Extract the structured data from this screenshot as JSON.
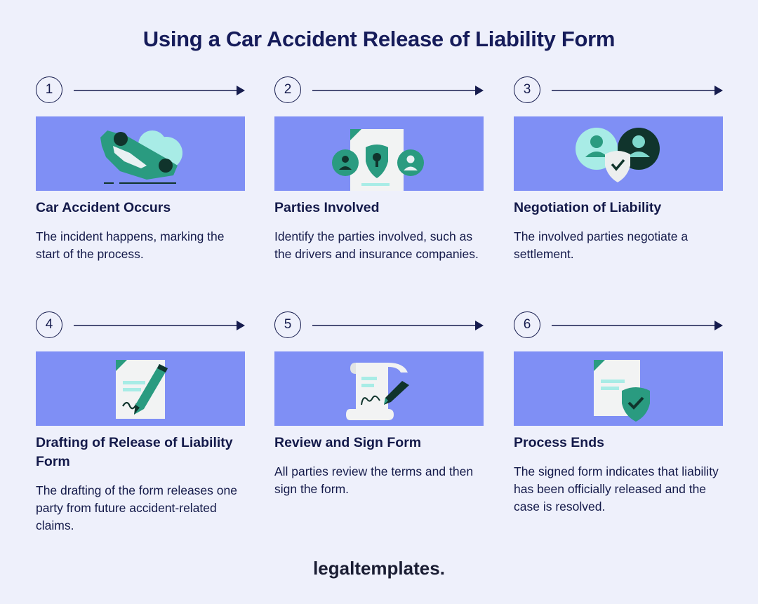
{
  "header": {
    "title": "Using a Car Accident Release of Liability Form"
  },
  "steps": [
    {
      "number": "1",
      "title": "Car Accident Occurs",
      "description": "The incident happens, marking the start of the process.",
      "icon": "car-crash-icon"
    },
    {
      "number": "2",
      "title": "Parties Involved",
      "description": "Identify the parties involved, such as the drivers and insurance companies.",
      "icon": "parties-document-icon"
    },
    {
      "number": "3",
      "title": "Negotiation of Liability",
      "description": "The involved parties negotiate a settlement.",
      "icon": "negotiation-shield-icon"
    },
    {
      "number": "4",
      "title": "Drafting of Release of Liability Form",
      "description": "The drafting of the form releases one party from future accident-related claims.",
      "icon": "document-pen-icon"
    },
    {
      "number": "5",
      "title": "Review and Sign Form",
      "description": "All parties review the terms and then sign the form.",
      "icon": "signed-scroll-icon"
    },
    {
      "number": "6",
      "title": "Process Ends",
      "description": "The signed form indicates that liability has been officially released and the case is resolved.",
      "icon": "document-check-icon"
    }
  ],
  "footer": {
    "brand": "legaltemplates."
  },
  "colors": {
    "background": "#eef0fb",
    "banner": "#7f8ff5",
    "teal": "#2a9b80",
    "mint": "#a8ece6",
    "dark": "#10342c",
    "navy": "#161c4e"
  }
}
